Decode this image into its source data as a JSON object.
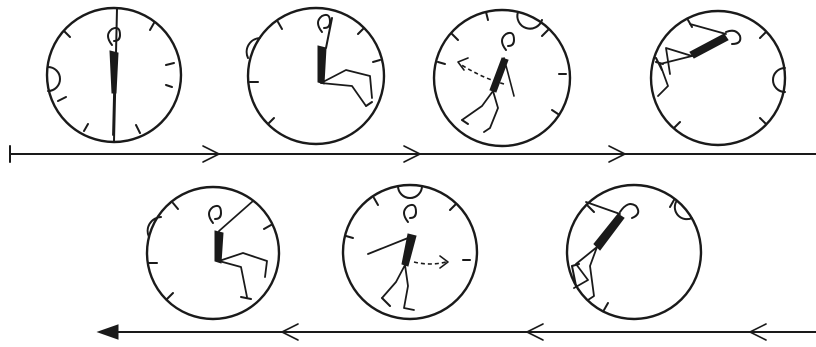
{
  "figure": {
    "panel_count": 7,
    "rows": [
      {
        "direction": "left-to-right",
        "panels": [
          "clock-1",
          "clock-2",
          "clock-3",
          "clock-4"
        ]
      },
      {
        "direction": "right-to-left",
        "panels": [
          "clock-5",
          "clock-6",
          "clock-7"
        ]
      }
    ]
  },
  "colors": {
    "ink": "#1a1a1a",
    "paper": "#ffffff"
  },
  "icons": {
    "clock": "circle-with-tick-marks-icon",
    "figure": "stick-figure-icon",
    "arrow": "open-chevron-arrow-icon"
  }
}
